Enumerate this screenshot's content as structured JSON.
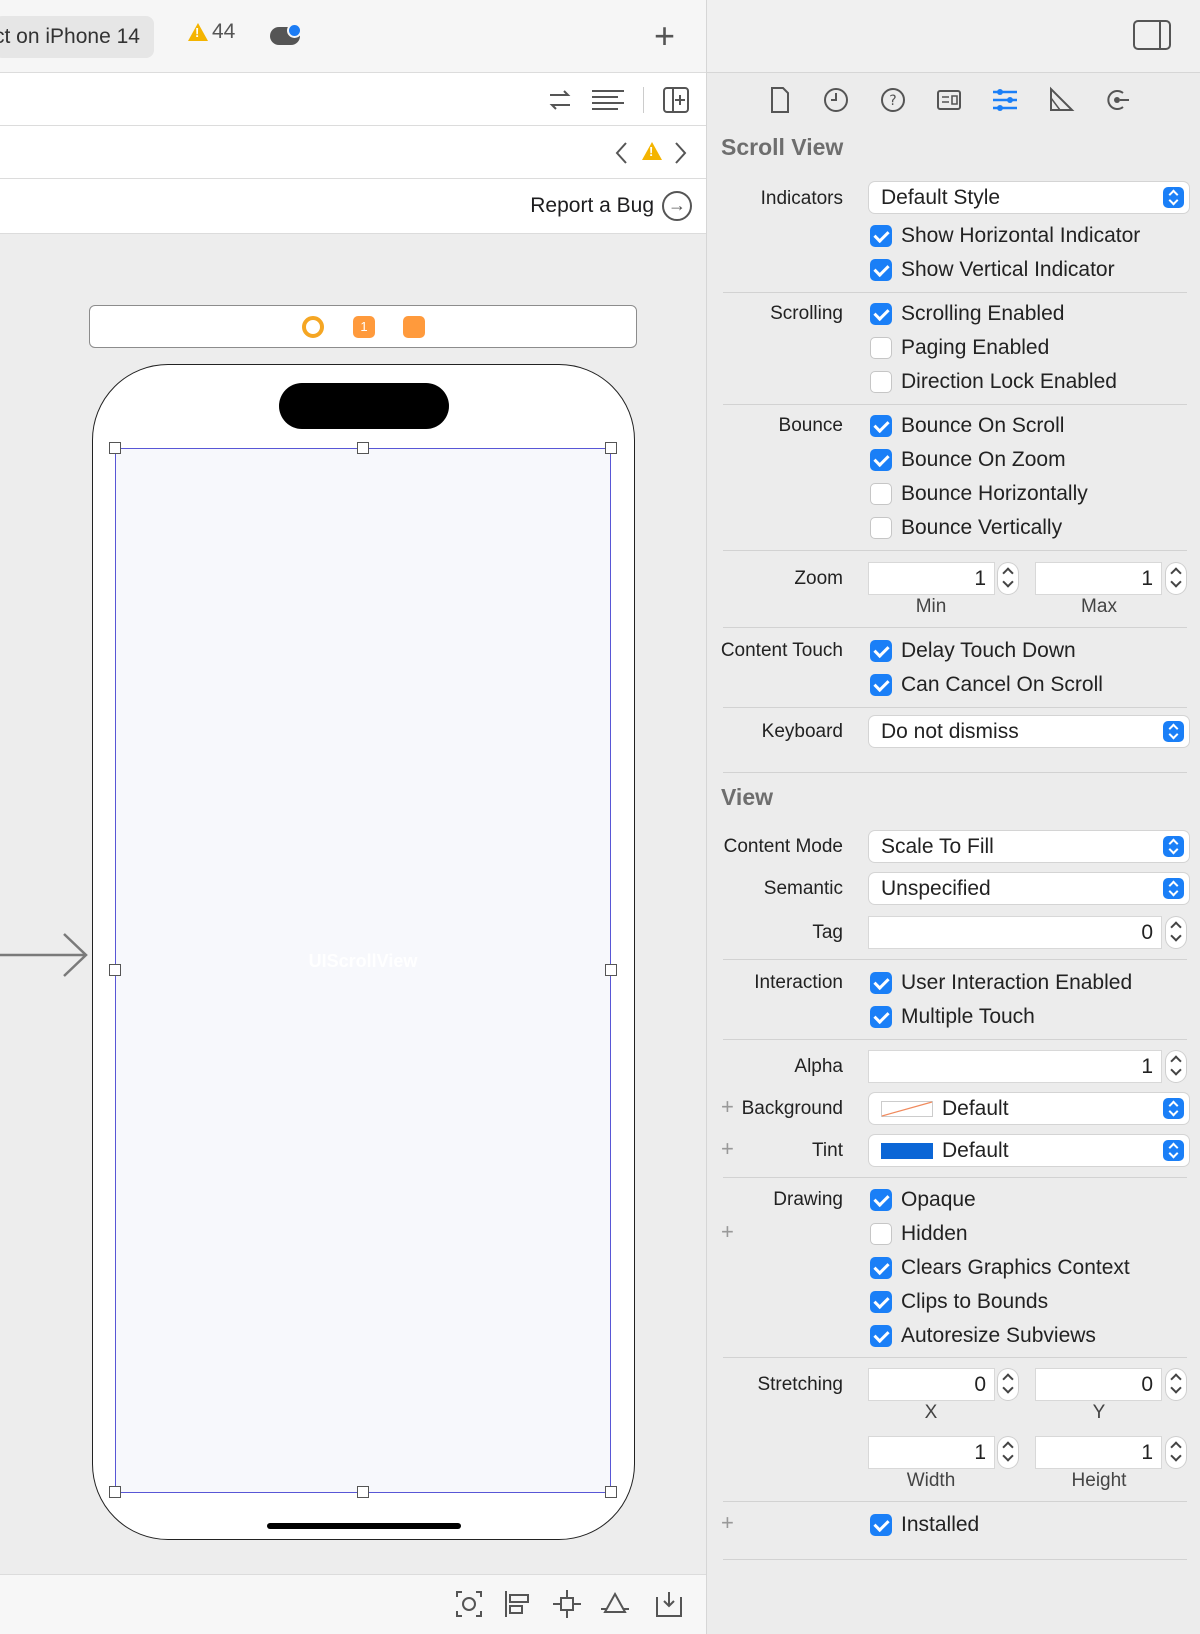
{
  "toolbar": {
    "scheme": "ct on iPhone 14",
    "warnings": "44"
  },
  "editor": {
    "report_bug": "Report a Bug"
  },
  "canvas": {
    "scroll_view_label": "UIScrollView",
    "dock_colors": [
      "#f5a623",
      "#ff9a3c",
      "#ff9a3c"
    ],
    "dock_one": "1"
  },
  "inspector": {
    "accent": "#1a7ff7",
    "scroll_view": {
      "title": "Scroll View",
      "indicators_label": "Indicators",
      "indicators_value": "Default Style",
      "show_horizontal": "Show Horizontal Indicator",
      "show_vertical": "Show Vertical Indicator",
      "scrolling_label": "Scrolling",
      "scrolling_enabled": "Scrolling Enabled",
      "paging_enabled": "Paging Enabled",
      "direction_lock": "Direction Lock Enabled",
      "bounce_label": "Bounce",
      "bounce_on_scroll": "Bounce On Scroll",
      "bounce_on_zoom": "Bounce On Zoom",
      "bounce_horizontally": "Bounce Horizontally",
      "bounce_vertically": "Bounce Vertically",
      "zoom_label": "Zoom",
      "zoom_min": "1",
      "zoom_max": "1",
      "min_label": "Min",
      "max_label": "Max",
      "content_touch_label": "Content Touch",
      "delay_touch_down": "Delay Touch Down",
      "can_cancel_on_scroll": "Can Cancel On Scroll",
      "keyboard_label": "Keyboard",
      "keyboard_value": "Do not dismiss"
    },
    "view": {
      "title": "View",
      "content_mode_label": "Content Mode",
      "content_mode_value": "Scale To Fill",
      "semantic_label": "Semantic",
      "semantic_value": "Unspecified",
      "tag_label": "Tag",
      "tag_value": "0",
      "interaction_label": "Interaction",
      "user_interaction": "User Interaction Enabled",
      "multiple_touch": "Multiple Touch",
      "alpha_label": "Alpha",
      "alpha_value": "1",
      "background_label": "Background",
      "background_value": "Default",
      "tint_label": "Tint",
      "tint_value": "Default",
      "tint_color": "#0b66d6",
      "drawing_label": "Drawing",
      "opaque": "Opaque",
      "hidden": "Hidden",
      "clears_graphics": "Clears Graphics Context",
      "clips_to_bounds": "Clips to Bounds",
      "autoresize_subviews": "Autoresize Subviews",
      "stretching_label": "Stretching",
      "stretch_x": "0",
      "stretch_y": "0",
      "stretch_width": "1",
      "stretch_height": "1",
      "x_label": "X",
      "y_label": "Y",
      "width_label": "Width",
      "height_label": "Height",
      "installed": "Installed"
    }
  }
}
